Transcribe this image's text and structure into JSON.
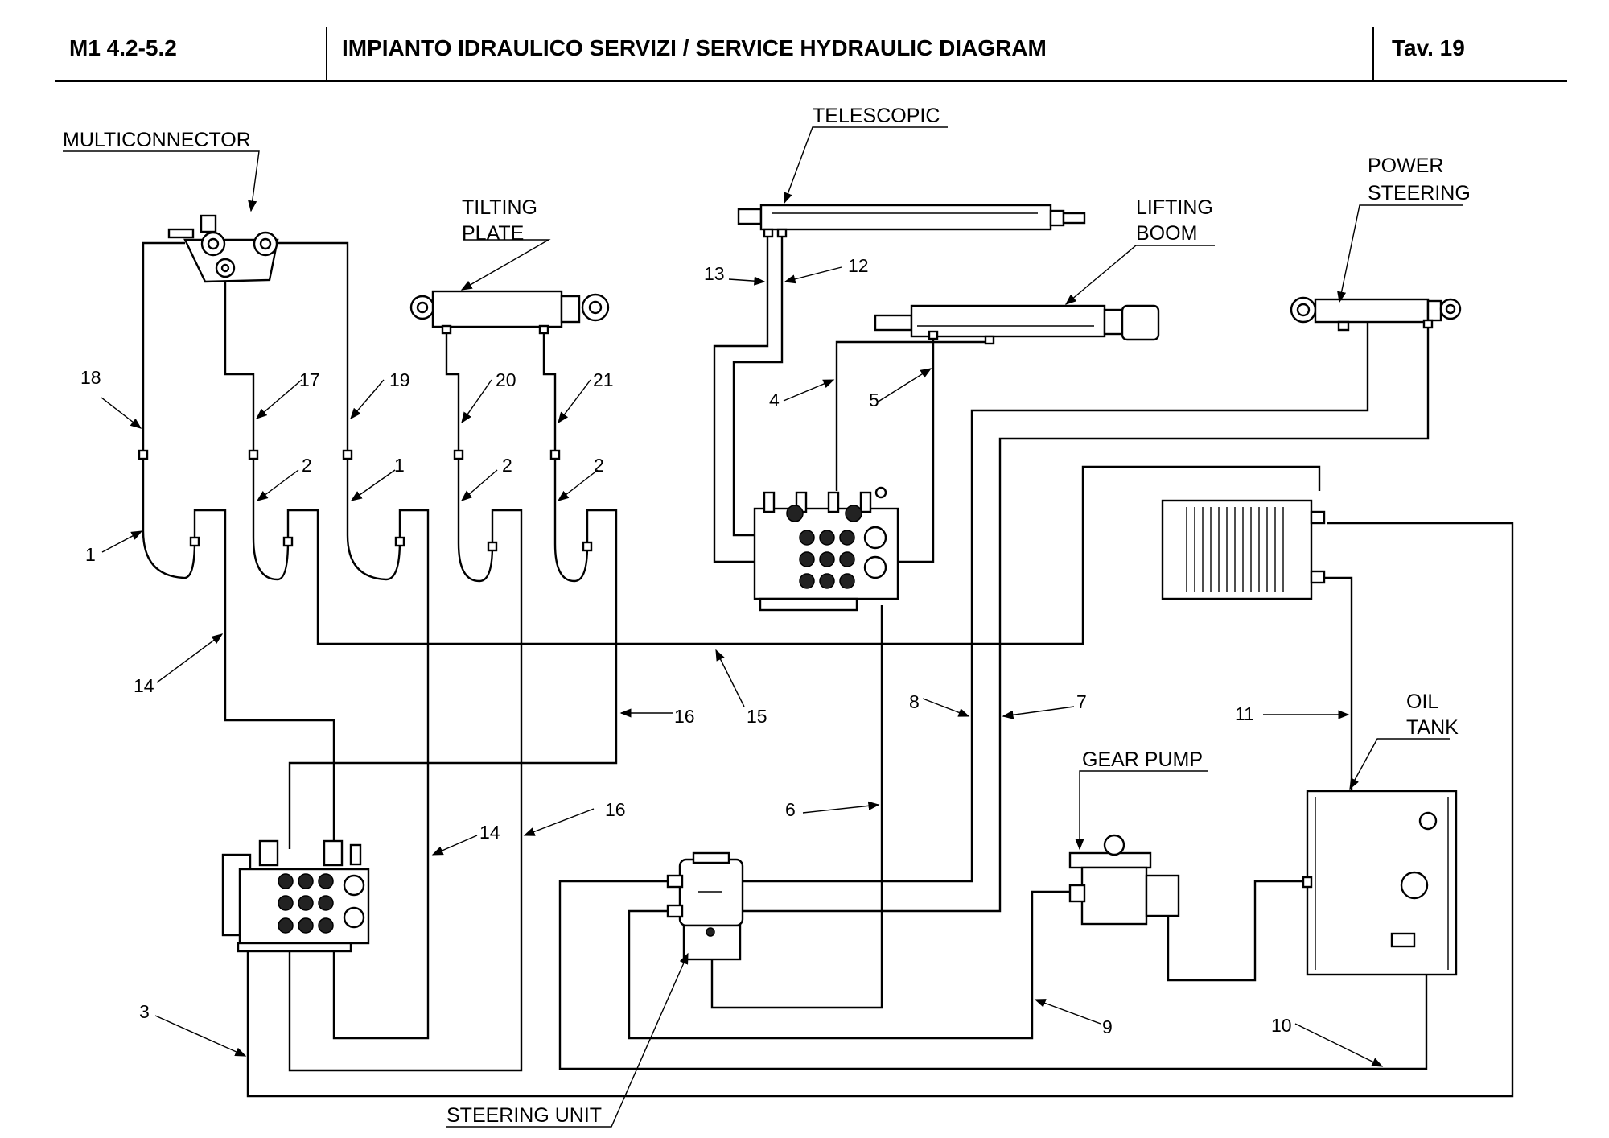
{
  "header": {
    "code": "M1 4.2-5.2",
    "title": "IMPIANTO IDRAULICO SERVIZI / SERVICE HYDRAULIC DIAGRAM",
    "tav": "Tav.  19"
  },
  "components": {
    "multiconnector": "MULTICONNECTOR",
    "tilting_plate_1": "TILTING",
    "tilting_plate_2": "PLATE",
    "telescopic": "TELESCOPIC",
    "lifting_boom_1": "LIFTING",
    "lifting_boom_2": "BOOM",
    "power_steering_1": "POWER",
    "power_steering_2": "STEERING",
    "oil_tank_1": "OIL",
    "oil_tank_2": "TANK",
    "gear_pump": "GEAR PUMP",
    "steering_unit": "STEERING UNIT"
  },
  "callouts": {
    "n18": "18",
    "n17": "17",
    "n19": "19",
    "n20": "20",
    "n21": "21",
    "n2a": "2",
    "n1a": "1",
    "n2b": "2",
    "n2c": "2",
    "n1b": "1",
    "n14a": "14",
    "n15": "15",
    "n16a": "16",
    "n16b": "16",
    "n14b": "14",
    "n13": "13",
    "n12": "12",
    "n4": "4",
    "n5": "5",
    "n8": "8",
    "n7": "7",
    "n6": "6",
    "n11": "11",
    "n3": "3",
    "n9": "9",
    "n10": "10"
  }
}
